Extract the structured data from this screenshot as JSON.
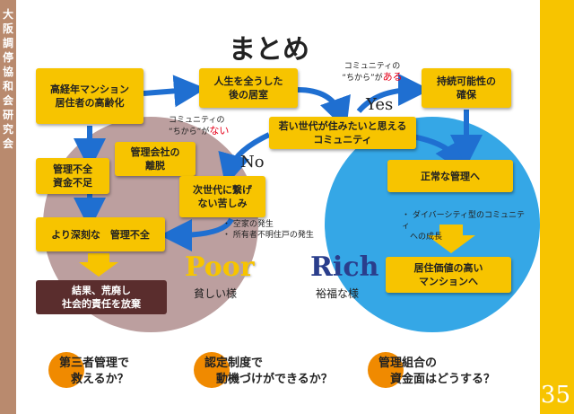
{
  "sidebar": {
    "org_vertical": "大阪調停協和会研究会"
  },
  "title": "まとめ",
  "page_number": "35",
  "colors": {
    "yellow": "#f7c400",
    "blue_arrow": "#1f6fd1",
    "orange": "#f08a00",
    "poor_circle": "#b08e8e",
    "rich_circle": "#35a7e6",
    "dark_box": "#5a2d2d",
    "red_text": "#e6001a"
  },
  "boxes": {
    "aging": "高経年マンション\n居住者の高齢化",
    "last_home": "人生を全うした\n後の居室",
    "sustainable": "持続可能性の\n確保",
    "young_community": "若い世代が住みたいと思える\nコミュニティ",
    "management_company": "管理会社の\n離脱",
    "lack_funds": "管理不全\n資金不足",
    "next_gen": "次世代に繋げ\nない苦しみ",
    "severe": "より深刻な　管理不全",
    "result": "結果、荒廃し\n社会的責任を放棄",
    "proper_mgmt": "正常な管理へ",
    "high_value": "居住価値の高い\nマンションへ"
  },
  "notes": {
    "community_power_yes_pre": "コミュニティの\n“ちから”が",
    "community_power_yes_red": "ある",
    "community_power_no_pre": "コミュニティの\n“ちから”が",
    "community_power_no_red": "ない",
    "yes": "Yes",
    "no": "No"
  },
  "bullets_poor": [
    "・ 空家の発生",
    "・ 所有者不明住戸の発生"
  ],
  "bullets_rich": [
    "・ ダイバーシティ型のコミュニティ\n　への成長"
  ],
  "labels": {
    "poor": "Poor",
    "poor_sub": "貧しい様",
    "rich": "Rich",
    "rich_sub": "裕福な様"
  },
  "bottom": [
    {
      "line1": "第三者管理で",
      "line2": "　救えるか？"
    },
    {
      "line1": "認定制度で",
      "line2": "　動機づけができるか？"
    },
    {
      "line1": "管理組合の",
      "line2": "　資金面はどうする？"
    }
  ]
}
